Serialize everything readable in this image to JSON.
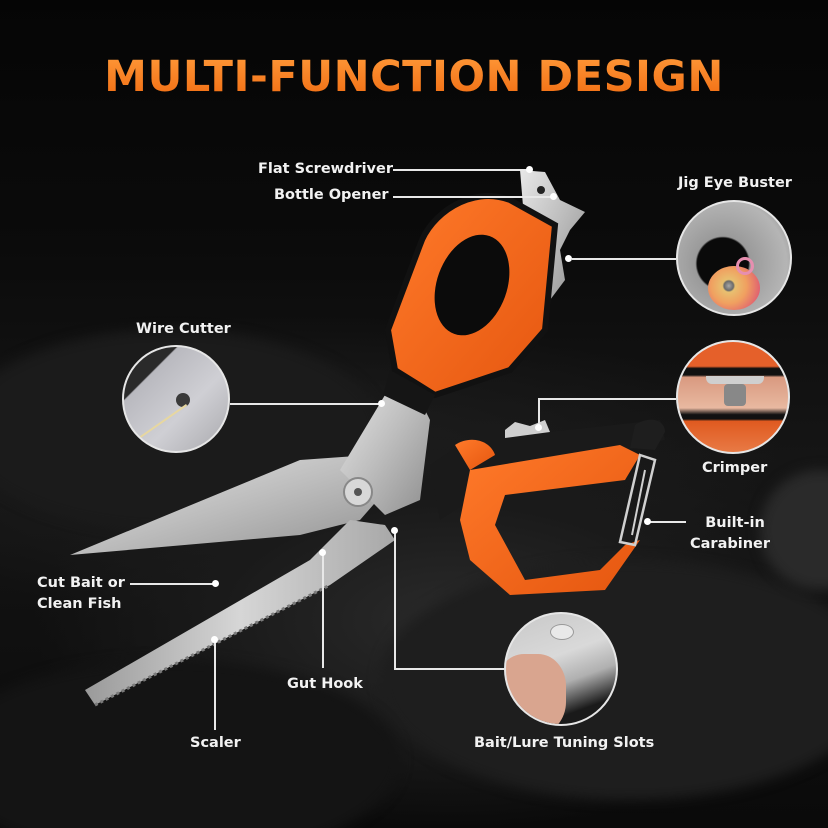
{
  "title": "MULTI-FUNCTION DESIGN",
  "colors": {
    "accent": "#f7801f",
    "handle_orange": "#f26a1e",
    "handle_black": "#1a1a1a",
    "blade_steel": "#c9c9c9",
    "background": "#0a0a0a",
    "label_text": "#f2f2f2"
  },
  "callouts": {
    "flat_screwdriver": "Flat Screwdriver",
    "bottle_opener": "Bottle Opener",
    "jig_eye_buster": "Jig Eye Buster",
    "wire_cutter": "Wire Cutter",
    "crimper": "Crimper",
    "built_in_carabiner_line1": "Built-in",
    "built_in_carabiner_line2": "Carabiner",
    "cut_bait_line1": "Cut Bait or",
    "cut_bait_line2": "Clean Fish",
    "gut_hook": "Gut Hook",
    "scaler": "Scaler",
    "bait_lure_tuning_slots": "Bait/Lure Tuning Slots"
  },
  "icons": {
    "product": "multi-function-fishing-scissors",
    "inset_jig_eye": "jig-eye-buster-closeup",
    "inset_wire_cutter": "wire-cutter-closeup",
    "inset_crimper": "crimper-closeup",
    "inset_tuning_slots": "bait-lure-tuning-slots-closeup"
  }
}
